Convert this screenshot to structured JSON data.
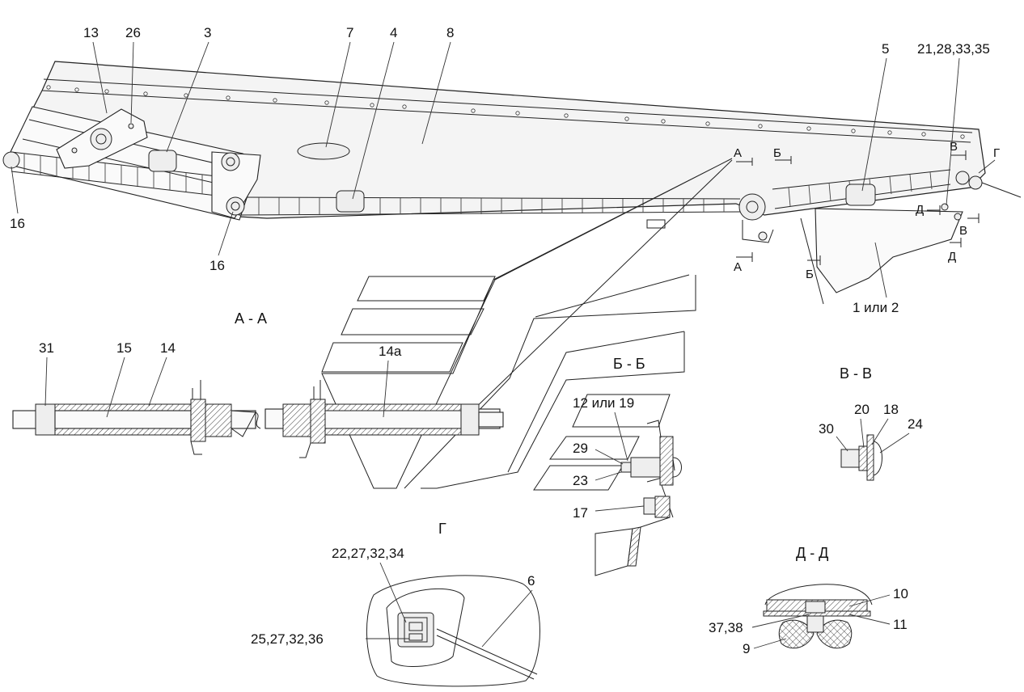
{
  "callouts": {
    "c13": "13",
    "c26": "26",
    "c3": "3",
    "c7": "7",
    "c4": "4",
    "c8": "8",
    "c5": "5",
    "c21": "21,28,33,35",
    "c16a": "16",
    "c16b": "16",
    "c1or2": "1 или 2",
    "c31": "31",
    "c15": "15",
    "c14": "14",
    "c14a": "14а",
    "c12or19": "12 или 19",
    "c29": "29",
    "c23": "23",
    "c17": "17",
    "c30": "30",
    "c20": "20",
    "c18": "18",
    "c24": "24",
    "c22": "22,27,32,34",
    "c6": "6",
    "c25": "25,27,32,36",
    "c10": "10",
    "c11": "11",
    "c37": "37,38",
    "c9": "9"
  },
  "section_titles": {
    "aa": "А - А",
    "bb": "Б - Б",
    "vv": "В - В",
    "g": "Г",
    "dd": "Д - Д"
  },
  "section_marks": {
    "a_top": "А",
    "a_bottom": "А",
    "b_top": "Б",
    "b_bottom": "Б",
    "v_top": "В",
    "v_bottom": "В",
    "g": "Г",
    "d_top": "Д",
    "d_bottom": "Д"
  }
}
